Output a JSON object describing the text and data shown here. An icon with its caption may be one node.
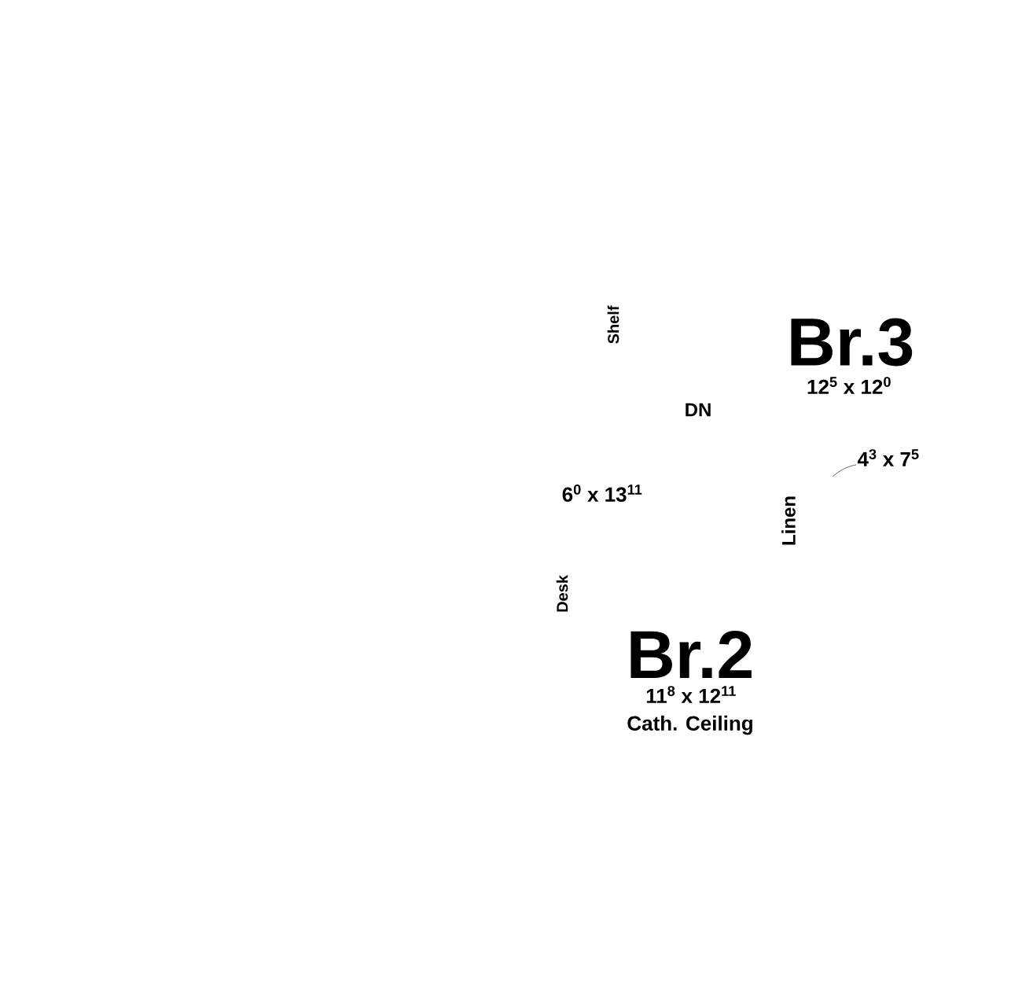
{
  "diagram": {
    "labels": [
      "Shelf",
      "Br.3",
      "12$^{5}$ x 12$^{0}$",
      "DN",
      "4$^{3}$ x 7$^{5}$",
      "6$^{0}$ x 13$^{11}$",
      "Linen",
      "Desk",
      "Br.2",
      "11$^{8}$ x 12$^{11}$",
      "Cath. Ceiling"
    ]
  }
}
